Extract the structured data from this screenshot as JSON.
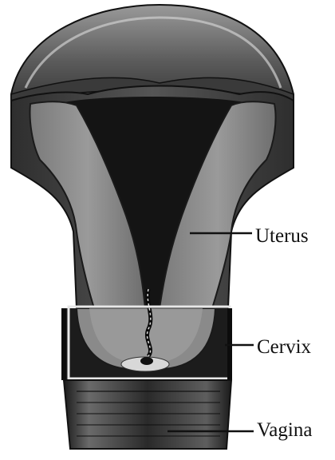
{
  "diagram": {
    "labels": {
      "uterus": "Uterus",
      "cervix": "Cervix",
      "vagina": "Vagina"
    }
  }
}
